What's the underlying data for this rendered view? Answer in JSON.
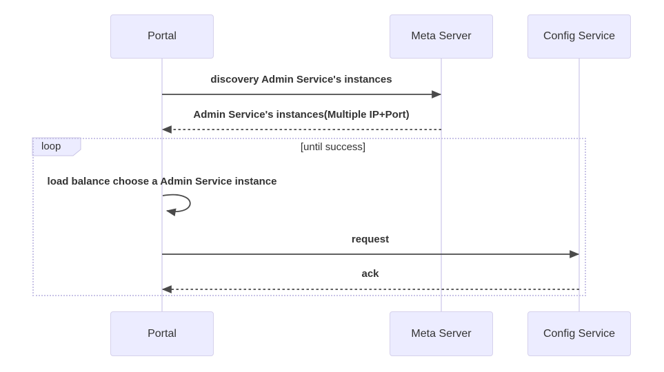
{
  "diagram": {
    "kind": "sequence-diagram",
    "actors": [
      {
        "name": "Portal"
      },
      {
        "name": "Meta Server"
      },
      {
        "name": "Config Service"
      }
    ],
    "messages": [
      {
        "from": "Portal",
        "to": "Meta Server",
        "line": "solid",
        "text": "discovery Admin Service's instances"
      },
      {
        "from": "Meta Server",
        "to": "Portal",
        "line": "dashed",
        "text": "Admin Service's instances(Multiple IP+Port)"
      },
      {
        "from": "Portal",
        "to": "Portal",
        "line": "self",
        "text": "load balance choose a Admin Service instance"
      },
      {
        "from": "Portal",
        "to": "Config Service",
        "line": "solid",
        "text": "request"
      },
      {
        "from": "Config Service",
        "to": "Portal",
        "line": "dashed",
        "text": "ack"
      }
    ],
    "loop": {
      "label": "loop",
      "condition": "[until success]"
    },
    "colors": {
      "actor_fill": "#ECECFF",
      "actor_border": "#D6D1EC",
      "lifeline": "#D8D3EE",
      "loop_border": "#C8C3E6",
      "arrow": "#4A4A4A",
      "text": "#333333"
    }
  }
}
